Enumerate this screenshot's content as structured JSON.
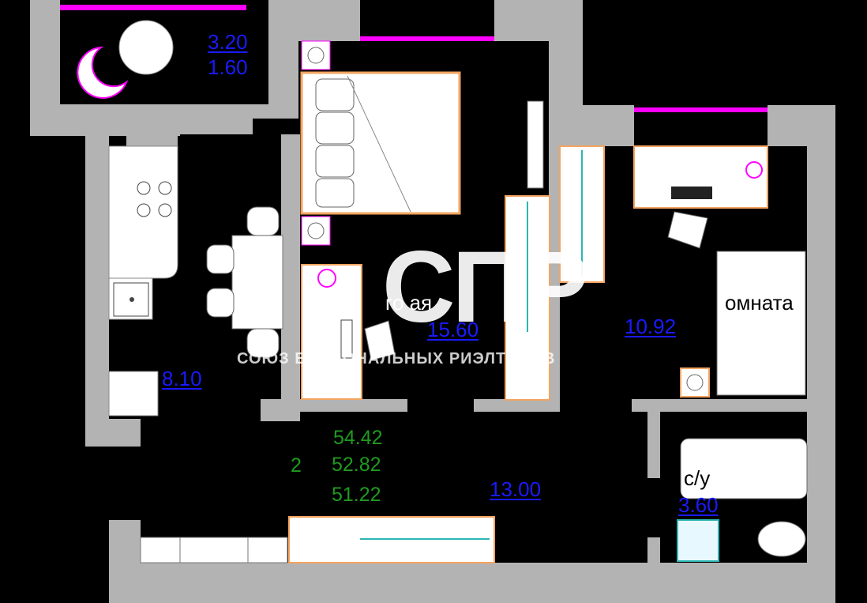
{
  "rooms": {
    "balcony": {
      "area": "3.20",
      "area_sub": "1.60"
    },
    "kitchen": {
      "area": "8.10"
    },
    "living": {
      "name_fragment": "го            ая",
      "area": "15.60"
    },
    "bedroom": {
      "name_fragment": "омната",
      "area": "10.92"
    },
    "hall": {
      "area": "13.00"
    },
    "bathroom": {
      "name": "с/у",
      "area": "3.60"
    }
  },
  "totals": {
    "rooms_count": "2",
    "total_area": "54.42",
    "living_area": "52.82",
    "area_no_balcony": "51.22"
  },
  "watermark": {
    "logo_text": "СПР",
    "tagline": "СОЮЗ      ЕССИОНАЛЬНЫХ РИЭЛТОРОВ"
  },
  "colors": {
    "wall": "#b3b3b3",
    "background": "#000000",
    "window": "#ff00ff",
    "area_label": "#1a1aff",
    "total_label": "#1f9a1f",
    "furniture_accent": "#f4a460"
  }
}
